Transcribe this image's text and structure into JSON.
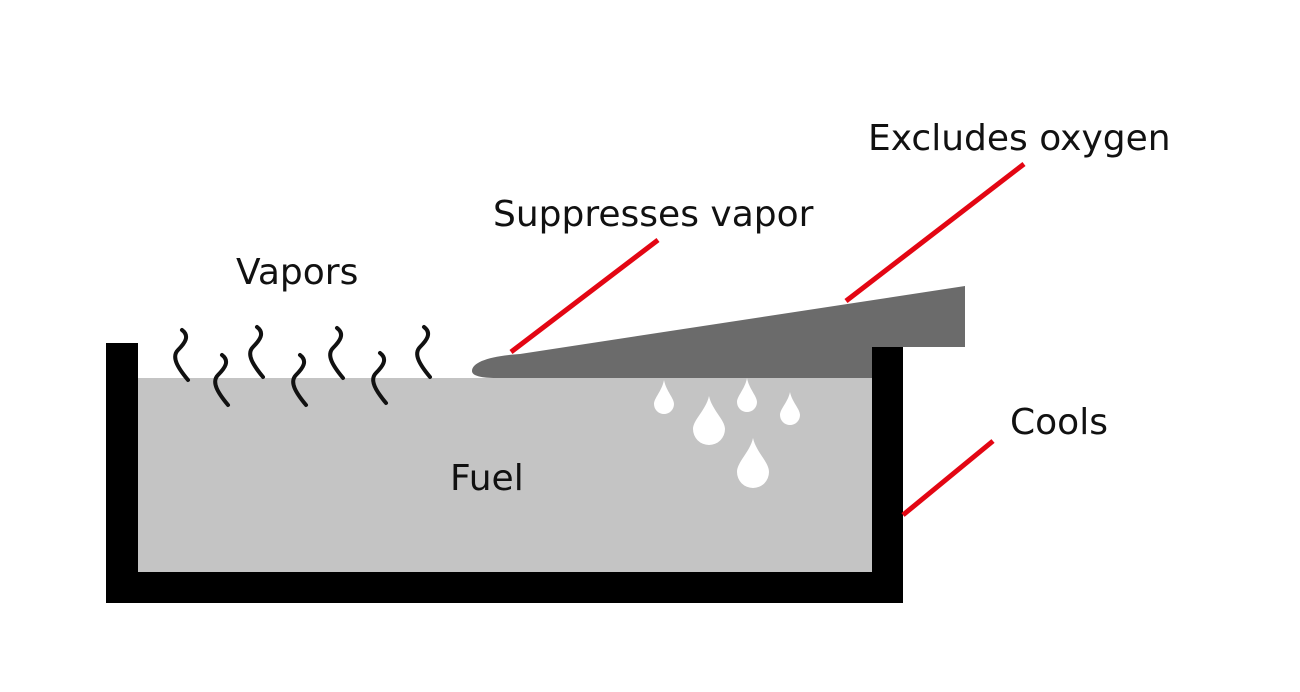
{
  "diagram": {
    "labels": {
      "vapors": "Vapors",
      "suppresses": "Suppresses vapor",
      "excludes": "Excludes oxygen",
      "cools": "Cools",
      "fuel": "Fuel"
    },
    "colors": {
      "tray": "#000000",
      "fuel": "#c4c4c4",
      "foam": "#6b6b6b",
      "leader": "#e30613",
      "droplet": "#ffffff",
      "vapor": "#111111"
    }
  }
}
